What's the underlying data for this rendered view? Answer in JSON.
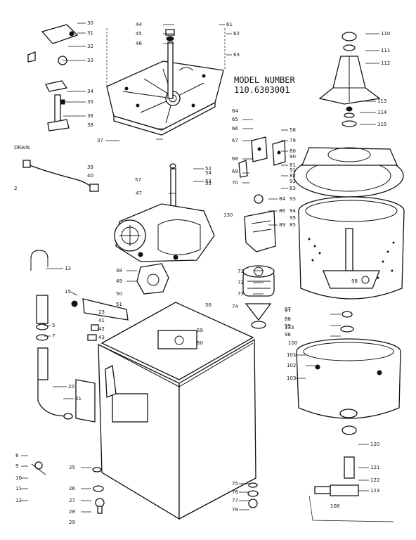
{
  "model_title": "MODEL NUMBER",
  "model_number": "110.6303001",
  "callouts": [
    {
      "id": "30",
      "text": "30"
    },
    {
      "id": "31",
      "text": "31"
    },
    {
      "id": "32",
      "text": "32"
    },
    {
      "id": "33",
      "text": "33"
    },
    {
      "id": "34",
      "text": "34"
    },
    {
      "id": "35",
      "text": "35"
    },
    {
      "id": "36",
      "text": "36"
    },
    {
      "id": "37",
      "text": "37"
    },
    {
      "id": "38",
      "text": "38"
    },
    {
      "id": "39",
      "text": "39"
    },
    {
      "id": "40",
      "text": "40"
    },
    {
      "id": "41",
      "text": "41"
    },
    {
      "id": "42",
      "text": "42"
    },
    {
      "id": "43",
      "text": "43"
    },
    {
      "id": "44",
      "text": "44"
    },
    {
      "id": "45",
      "text": "45"
    },
    {
      "id": "46",
      "text": "46"
    },
    {
      "id": "47",
      "text": "47"
    },
    {
      "id": "48",
      "text": "48"
    },
    {
      "id": "49",
      "text": "49"
    },
    {
      "id": "50",
      "text": "50"
    },
    {
      "id": "51",
      "text": "51"
    },
    {
      "id": "52",
      "text": "52"
    },
    {
      "id": "53",
      "text": "53"
    },
    {
      "id": "54",
      "text": "54"
    },
    {
      "id": "55",
      "text": "55"
    },
    {
      "id": "56",
      "text": "56"
    },
    {
      "id": "57",
      "text": "57"
    },
    {
      "id": "58",
      "text": "58"
    },
    {
      "id": "59",
      "text": "59"
    },
    {
      "id": "60",
      "text": "60"
    },
    {
      "id": "61",
      "text": "61"
    },
    {
      "id": "62",
      "text": "62"
    },
    {
      "id": "63",
      "text": "63"
    },
    {
      "id": "64",
      "text": "64"
    },
    {
      "id": "65",
      "text": "65"
    },
    {
      "id": "66",
      "text": "66"
    },
    {
      "id": "67",
      "text": "67"
    },
    {
      "id": "68",
      "text": "68"
    },
    {
      "id": "69",
      "text": "69"
    },
    {
      "id": "70",
      "text": "70"
    },
    {
      "id": "71",
      "text": "71"
    },
    {
      "id": "72",
      "text": "72"
    },
    {
      "id": "73",
      "text": "73"
    },
    {
      "id": "74",
      "text": "74"
    },
    {
      "id": "75",
      "text": "75"
    },
    {
      "id": "76",
      "text": "76"
    },
    {
      "id": "77",
      "text": "77"
    },
    {
      "id": "78",
      "text": "78"
    },
    {
      "id": "79",
      "text": "79"
    },
    {
      "id": "80",
      "text": "80"
    },
    {
      "id": "81",
      "text": "81"
    },
    {
      "id": "82",
      "text": "82"
    },
    {
      "id": "83",
      "text": "83"
    },
    {
      "id": "84",
      "text": "84"
    },
    {
      "id": "85",
      "text": "85"
    },
    {
      "id": "86",
      "text": "86"
    },
    {
      "id": "87",
      "text": "87"
    },
    {
      "id": "88",
      "text": "88"
    },
    {
      "id": "89",
      "text": "89"
    },
    {
      "id": "90",
      "text": "90"
    },
    {
      "id": "91",
      "text": "91"
    },
    {
      "id": "92",
      "text": "92"
    },
    {
      "id": "93",
      "text": "93"
    },
    {
      "id": "94",
      "text": "94"
    },
    {
      "id": "95",
      "text": "95"
    },
    {
      "id": "96",
      "text": "96"
    },
    {
      "id": "97",
      "text": "97"
    },
    {
      "id": "98",
      "text": "98"
    },
    {
      "id": "99",
      "text": "99"
    },
    {
      "id": "100",
      "text": "100"
    },
    {
      "id": "101",
      "text": "101"
    },
    {
      "id": "102",
      "text": "102"
    },
    {
      "id": "103",
      "text": "103"
    },
    {
      "id": "108",
      "text": "108"
    },
    {
      "id": "110",
      "text": "110"
    },
    {
      "id": "111",
      "text": "111"
    },
    {
      "id": "112",
      "text": "112"
    },
    {
      "id": "113",
      "text": "113"
    },
    {
      "id": "114",
      "text": "114"
    },
    {
      "id": "115",
      "text": "115"
    },
    {
      "id": "120",
      "text": "120"
    },
    {
      "id": "121",
      "text": "121"
    },
    {
      "id": "122",
      "text": "122"
    },
    {
      "id": "123",
      "text": "123"
    },
    {
      "id": "130",
      "text": "130"
    },
    {
      "id": "133",
      "text": "133"
    },
    {
      "id": "2",
      "text": "2"
    },
    {
      "id": "5",
      "text": "5"
    },
    {
      "id": "7",
      "text": "7"
    },
    {
      "id": "8",
      "text": "8"
    },
    {
      "id": "9",
      "text": "9"
    },
    {
      "id": "10",
      "text": "10"
    },
    {
      "id": "11",
      "text": "11"
    },
    {
      "id": "12",
      "text": "12"
    },
    {
      "id": "13",
      "text": "13"
    },
    {
      "id": "15",
      "text": "15"
    },
    {
      "id": "20",
      "text": "20"
    },
    {
      "id": "21",
      "text": "21"
    },
    {
      "id": "23",
      "text": "23"
    },
    {
      "id": "25",
      "text": "25"
    },
    {
      "id": "26",
      "text": "26"
    },
    {
      "id": "27",
      "text": "27"
    },
    {
      "id": "28",
      "text": "28"
    },
    {
      "id": "29",
      "text": "29"
    },
    {
      "id": "drain",
      "text": "DRAIN"
    }
  ]
}
